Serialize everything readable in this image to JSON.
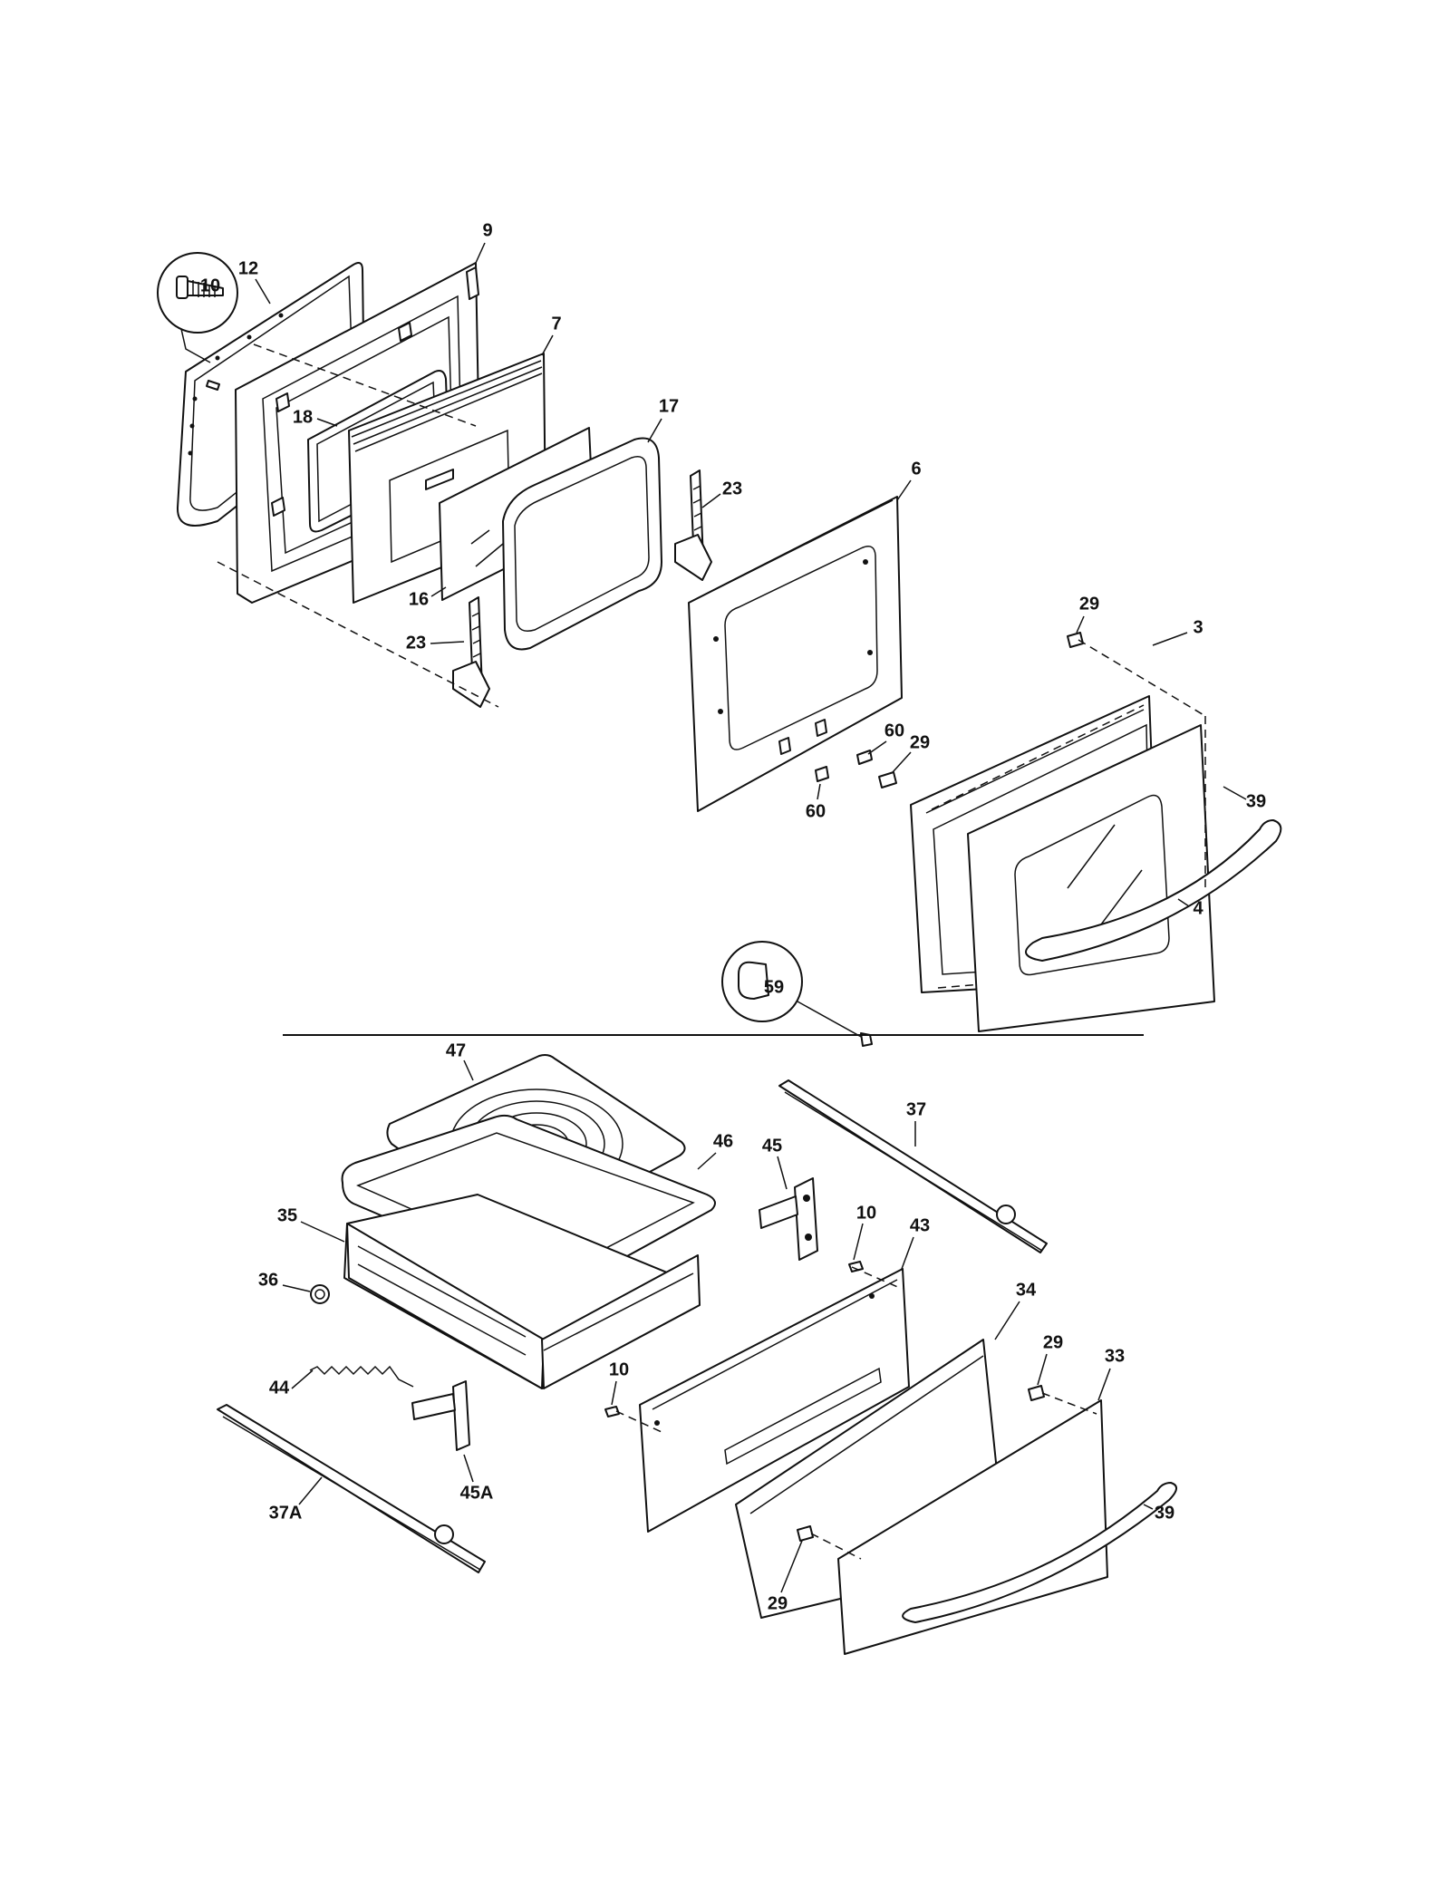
{
  "callouts": [
    {
      "id": "c-9",
      "label": "9"
    },
    {
      "id": "c-12",
      "label": "12"
    },
    {
      "id": "c-10-top",
      "label": "10"
    },
    {
      "id": "c-7",
      "label": "7"
    },
    {
      "id": "c-18",
      "label": "18"
    },
    {
      "id": "c-17",
      "label": "17"
    },
    {
      "id": "c-23-right",
      "label": "23"
    },
    {
      "id": "c-16",
      "label": "16"
    },
    {
      "id": "c-23-left",
      "label": "23"
    },
    {
      "id": "c-6",
      "label": "6"
    },
    {
      "id": "c-29-top",
      "label": "29"
    },
    {
      "id": "c-3",
      "label": "3"
    },
    {
      "id": "c-60-right",
      "label": "60"
    },
    {
      "id": "c-29-mid",
      "label": "29"
    },
    {
      "id": "c-39-top",
      "label": "39"
    },
    {
      "id": "c-60-bottom",
      "label": "60"
    },
    {
      "id": "c-4",
      "label": "4"
    },
    {
      "id": "c-59",
      "label": "59"
    },
    {
      "id": "c-47",
      "label": "47"
    },
    {
      "id": "c-46",
      "label": "46"
    },
    {
      "id": "c-45",
      "label": "45"
    },
    {
      "id": "c-37",
      "label": "37"
    },
    {
      "id": "c-35",
      "label": "35"
    },
    {
      "id": "c-10-mid",
      "label": "10"
    },
    {
      "id": "c-43",
      "label": "43"
    },
    {
      "id": "c-36",
      "label": "36"
    },
    {
      "id": "c-34",
      "label": "34"
    },
    {
      "id": "c-29-drawer",
      "label": "29"
    },
    {
      "id": "c-33",
      "label": "33"
    },
    {
      "id": "c-44",
      "label": "44"
    },
    {
      "id": "c-10-bottom",
      "label": "10"
    },
    {
      "id": "c-45a",
      "label": "45A"
    },
    {
      "id": "c-37a",
      "label": "37A"
    },
    {
      "id": "c-39-bottom",
      "label": "39"
    },
    {
      "id": "c-29-bottom",
      "label": "29"
    }
  ]
}
